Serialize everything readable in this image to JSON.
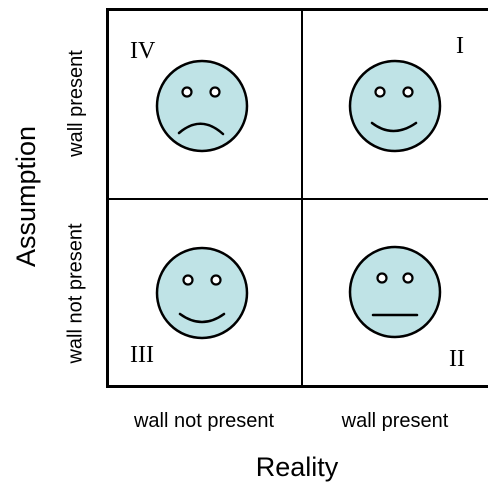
{
  "axes": {
    "y_title": "Assumption",
    "x_title": "Reality",
    "rows": [
      "wall present",
      "wall not present"
    ],
    "columns": [
      "wall not present",
      "wall present"
    ]
  },
  "quadrants": [
    {
      "id": "IV",
      "label": "IV",
      "expression": "sad",
      "row": "wall present",
      "column": "wall not present"
    },
    {
      "id": "I",
      "label": "I",
      "expression": "happy",
      "row": "wall present",
      "column": "wall present"
    },
    {
      "id": "III",
      "label": "III",
      "expression": "happy",
      "row": "wall not present",
      "column": "wall not present"
    },
    {
      "id": "II",
      "label": "II",
      "expression": "neutral",
      "row": "wall not present",
      "column": "wall present"
    }
  ],
  "colors": {
    "face_fill": "#bfe3e6",
    "stroke": "#000000"
  }
}
